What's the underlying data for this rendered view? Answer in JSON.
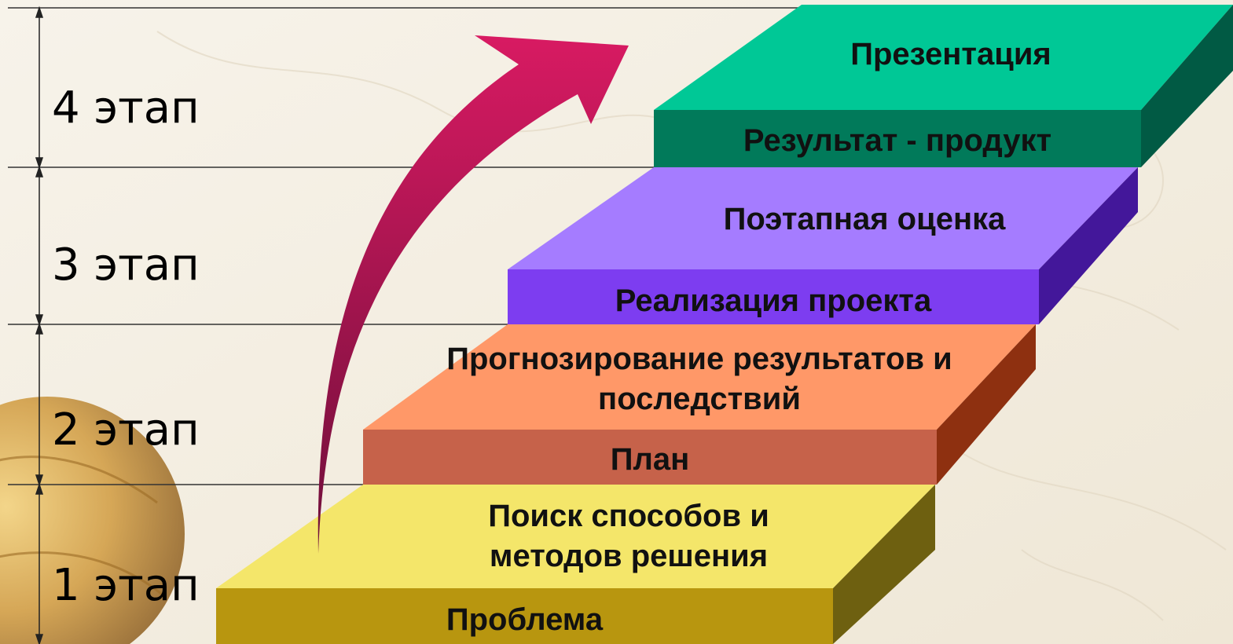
{
  "stages": [
    {
      "label": "4 этап"
    },
    {
      "label": "3 этап"
    },
    {
      "label": "2 этап"
    },
    {
      "label": "1 этап"
    }
  ],
  "steps": [
    {
      "top_text": "Презентация",
      "front_text": "Результат - продукт",
      "colors": {
        "top": "#00c896",
        "front": "#017a5a",
        "side": "#015a44"
      }
    },
    {
      "top_text": "Поэтапная оценка",
      "front_text": "Реализация проекта",
      "colors": {
        "top": "#a57cff",
        "front": "#7d3df0",
        "side": "#43179a"
      }
    },
    {
      "top_text": "Прогнозирование результатов и последствий",
      "front_text": "План",
      "colors": {
        "top": "#ff9868",
        "front": "#c6624a",
        "side": "#8e3010"
      }
    },
    {
      "top_text": "Поиск способов и методов решения",
      "front_text": "Проблема",
      "colors": {
        "top": "#f4e66a",
        "front": "#b8960f",
        "side": "#6e6010"
      }
    }
  ],
  "arrow_color": "#c8185a"
}
